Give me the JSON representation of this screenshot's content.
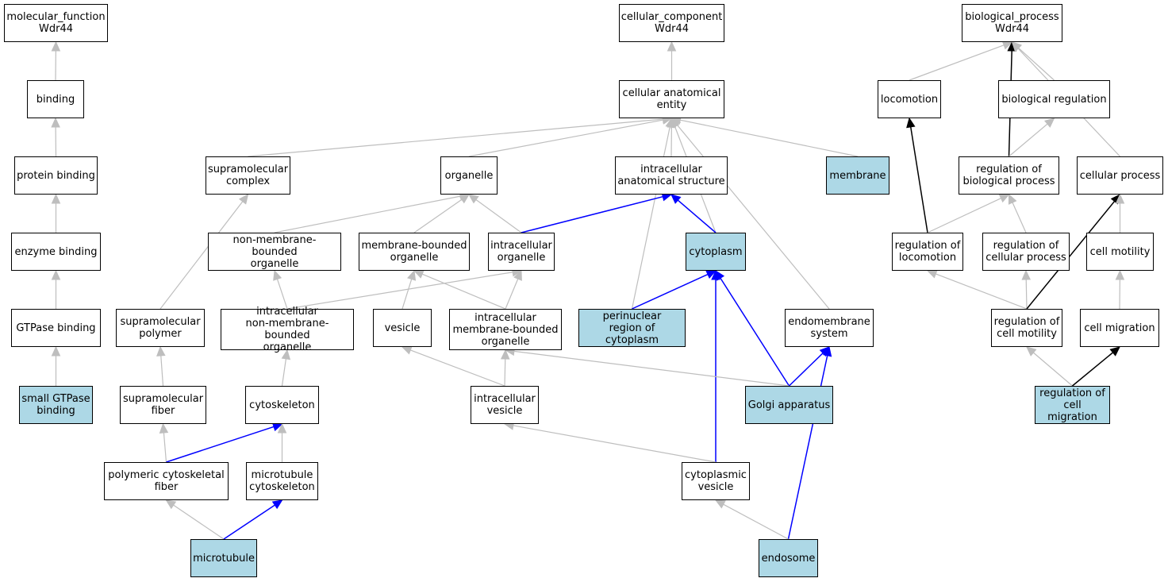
{
  "colors": {
    "highlight_fill": "#add8e6",
    "node_fill": "#ffffff",
    "edge_default": "#bebebe",
    "edge_highlight": "#0000ff",
    "edge_strong": "#000000"
  },
  "nodes": {
    "mf": {
      "label": "molecular_function\nWdr44"
    },
    "cc": {
      "label": "cellular_component\nWdr44"
    },
    "bp": {
      "label": "biological_process\nWdr44"
    },
    "bind": {
      "label": "binding"
    },
    "cae": {
      "label": "cellular anatomical\nentity"
    },
    "loco": {
      "label": "locomotion"
    },
    "breg": {
      "label": "biological regulation"
    },
    "pbind": {
      "label": "protein binding"
    },
    "smc": {
      "label": "supramolecular\ncomplex"
    },
    "org": {
      "label": "organelle"
    },
    "ias": {
      "label": "intracellular\nanatomical structure"
    },
    "mem": {
      "label": "membrane"
    },
    "rbp": {
      "label": "regulation of\nbiological process"
    },
    "cproc": {
      "label": "cellular process"
    },
    "ebind": {
      "label": "enzyme binding"
    },
    "nmbo": {
      "label": "non-membrane-bounded\norganelle"
    },
    "mbo": {
      "label": "membrane-bounded\norganelle"
    },
    "io": {
      "label": "intracellular\norganelle"
    },
    "cyto": {
      "label": "cytoplasm"
    },
    "rloc": {
      "label": "regulation of\nlocomotion"
    },
    "rcp": {
      "label": "regulation of\ncellular process"
    },
    "cmot": {
      "label": "cell motility"
    },
    "gbind": {
      "label": "GTPase binding"
    },
    "smp": {
      "label": "supramolecular\npolymer"
    },
    "inmbo": {
      "label": "intracellular\nnon-membrane-bounded\norganelle"
    },
    "ves": {
      "label": "vesicle"
    },
    "imbo": {
      "label": "intracellular\nmembrane-bounded\norganelle"
    },
    "prc": {
      "label": "perinuclear\nregion of cytoplasm"
    },
    "ems": {
      "label": "endomembrane\nsystem"
    },
    "rcm": {
      "label": "regulation of\ncell motility"
    },
    "cmig": {
      "label": "cell migration"
    },
    "sgb": {
      "label": "small GTPase\nbinding"
    },
    "smf": {
      "label": "supramolecular\nfiber"
    },
    "csk": {
      "label": "cytoskeleton"
    },
    "iv": {
      "label": "intracellular\nvesicle"
    },
    "golgi": {
      "label": "Golgi apparatus"
    },
    "rcmig": {
      "label": "regulation of\ncell migration"
    },
    "pcf": {
      "label": "polymeric cytoskeletal\nfiber"
    },
    "mtcs": {
      "label": "microtubule\ncytoskeleton"
    },
    "cv": {
      "label": "cytoplasmic\nvesicle"
    },
    "mt": {
      "label": "microtubule"
    },
    "endo": {
      "label": "endosome"
    }
  },
  "edges": [
    {
      "from": "bind",
      "to": "mf",
      "style": "default"
    },
    {
      "from": "pbind",
      "to": "bind",
      "style": "default"
    },
    {
      "from": "ebind",
      "to": "pbind",
      "style": "default"
    },
    {
      "from": "gbind",
      "to": "ebind",
      "style": "default"
    },
    {
      "from": "sgb",
      "to": "gbind",
      "style": "default"
    },
    {
      "from": "cae",
      "to": "cc",
      "style": "default"
    },
    {
      "from": "smc",
      "to": "cae",
      "style": "default"
    },
    {
      "from": "org",
      "to": "cae",
      "style": "default"
    },
    {
      "from": "ias",
      "to": "cae",
      "style": "default"
    },
    {
      "from": "mem",
      "to": "cae",
      "style": "default"
    },
    {
      "from": "cyto",
      "to": "cae",
      "style": "default"
    },
    {
      "from": "prc",
      "to": "cae",
      "style": "default"
    },
    {
      "from": "ems",
      "to": "cae",
      "style": "default"
    },
    {
      "from": "nmbo",
      "to": "org",
      "style": "default"
    },
    {
      "from": "mbo",
      "to": "org",
      "style": "default"
    },
    {
      "from": "io",
      "to": "org",
      "style": "default"
    },
    {
      "from": "io",
      "to": "ias",
      "style": "highlight"
    },
    {
      "from": "cyto",
      "to": "ias",
      "style": "highlight"
    },
    {
      "from": "smp",
      "to": "smc",
      "style": "default"
    },
    {
      "from": "inmbo",
      "to": "nmbo",
      "style": "default"
    },
    {
      "from": "inmbo",
      "to": "io",
      "style": "default"
    },
    {
      "from": "ves",
      "to": "mbo",
      "style": "default"
    },
    {
      "from": "imbo",
      "to": "mbo",
      "style": "default"
    },
    {
      "from": "imbo",
      "to": "io",
      "style": "default"
    },
    {
      "from": "prc",
      "to": "cyto",
      "style": "highlight"
    },
    {
      "from": "golgi",
      "to": "cyto",
      "style": "highlight"
    },
    {
      "from": "cv",
      "to": "cyto",
      "style": "highlight"
    },
    {
      "from": "smf",
      "to": "smp",
      "style": "default"
    },
    {
      "from": "csk",
      "to": "inmbo",
      "style": "default"
    },
    {
      "from": "iv",
      "to": "ves",
      "style": "default"
    },
    {
      "from": "iv",
      "to": "imbo",
      "style": "default"
    },
    {
      "from": "golgi",
      "to": "imbo",
      "style": "default"
    },
    {
      "from": "golgi",
      "to": "ems",
      "style": "highlight"
    },
    {
      "from": "endo",
      "to": "ems",
      "style": "highlight"
    },
    {
      "from": "pcf",
      "to": "smf",
      "style": "default"
    },
    {
      "from": "pcf",
      "to": "csk",
      "style": "highlight"
    },
    {
      "from": "mtcs",
      "to": "csk",
      "style": "default"
    },
    {
      "from": "cv",
      "to": "iv",
      "style": "default"
    },
    {
      "from": "mt",
      "to": "pcf",
      "style": "default"
    },
    {
      "from": "mt",
      "to": "mtcs",
      "style": "highlight"
    },
    {
      "from": "endo",
      "to": "cv",
      "style": "default"
    },
    {
      "from": "loco",
      "to": "bp",
      "style": "default"
    },
    {
      "from": "breg",
      "to": "bp",
      "style": "default"
    },
    {
      "from": "rbp",
      "to": "bp",
      "style": "strong"
    },
    {
      "from": "cproc",
      "to": "bp",
      "style": "default"
    },
    {
      "from": "rbp",
      "to": "breg",
      "style": "default"
    },
    {
      "from": "rloc",
      "to": "loco",
      "style": "strong"
    },
    {
      "from": "rloc",
      "to": "rbp",
      "style": "default"
    },
    {
      "from": "rcp",
      "to": "rbp",
      "style": "default"
    },
    {
      "from": "rcm",
      "to": "rcp",
      "style": "default"
    },
    {
      "from": "rcm",
      "to": "rloc",
      "style": "default"
    },
    {
      "from": "rcm",
      "to": "cproc",
      "style": "strong"
    },
    {
      "from": "cmot",
      "to": "cproc",
      "style": "default"
    },
    {
      "from": "cmig",
      "to": "cmot",
      "style": "default"
    },
    {
      "from": "rcmig",
      "to": "rcm",
      "style": "default"
    },
    {
      "from": "rcmig",
      "to": "cmig",
      "style": "strong"
    }
  ]
}
